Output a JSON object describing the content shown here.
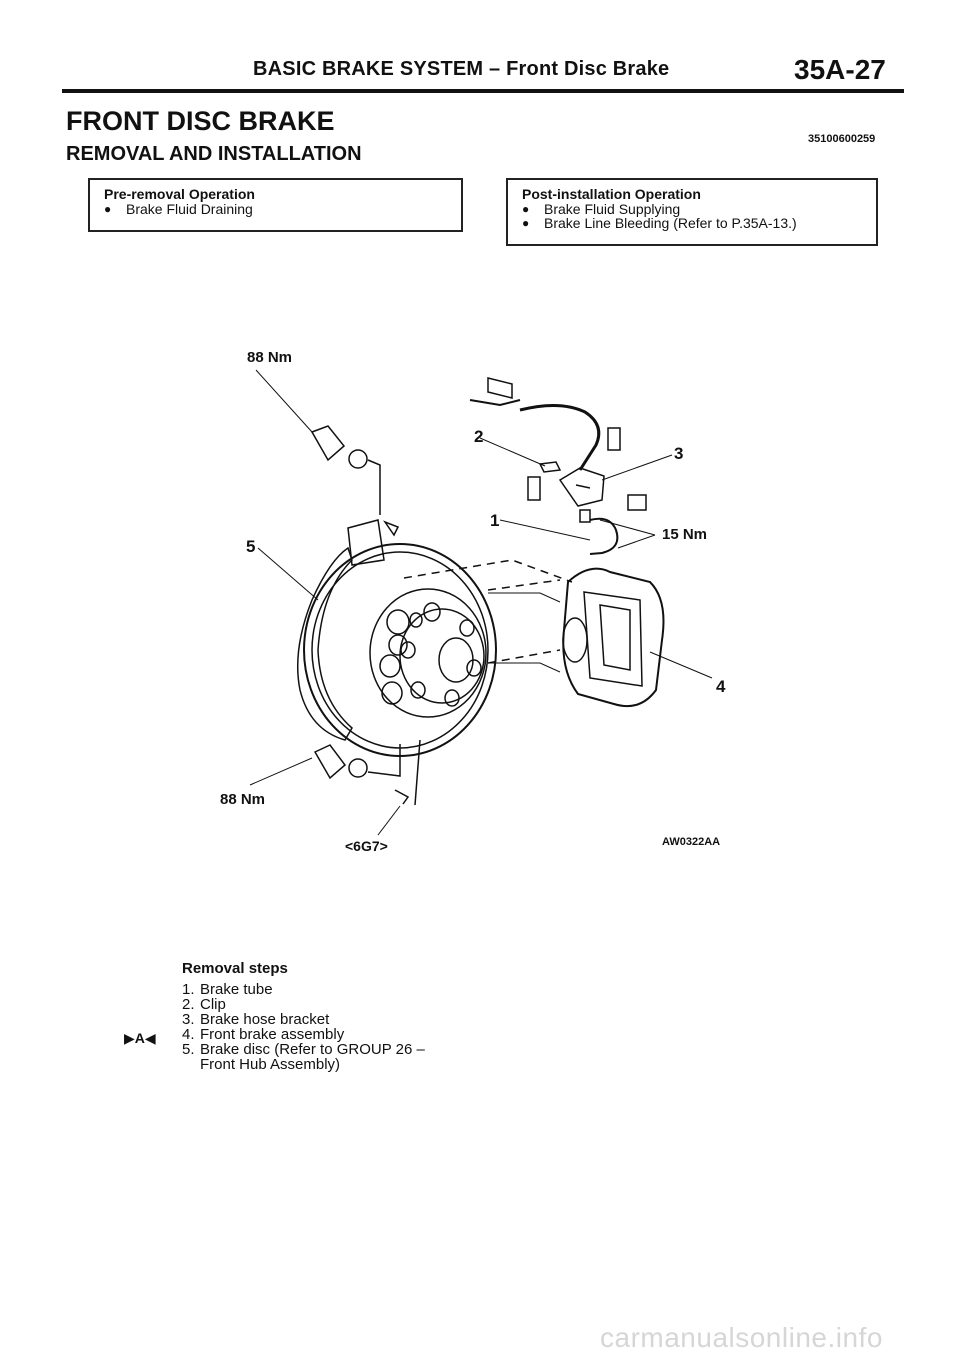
{
  "header": {
    "section": "BASIC BRAKE SYSTEM – Front Disc Brake",
    "page": "35A-27"
  },
  "title": "FRONT DISC BRAKE",
  "doc_id": "35100600259",
  "subtitle": "REMOVAL AND INSTALLATION",
  "pre_removal": {
    "heading": "Pre-removal Operation",
    "items": [
      "Brake Fluid Draining"
    ]
  },
  "post_installation": {
    "heading": "Post-installation Operation",
    "items": [
      "Brake Fluid Supplying",
      "Brake Line Bleeding (Refer to P.35A-13.)"
    ]
  },
  "diagram": {
    "torque_top": "88 Nm",
    "torque_bottom": "88 Nm",
    "torque_right": "15 Nm",
    "callouts": [
      "1",
      "2",
      "3",
      "4",
      "5"
    ],
    "model_code": "<6G7>",
    "figure_code": "AW0322AA"
  },
  "removal": {
    "heading": "Removal steps",
    "steps": [
      {
        "num": "1.",
        "text": "Brake tube"
      },
      {
        "num": "2.",
        "text": "Clip"
      },
      {
        "num": "3.",
        "text": "Brake hose bracket"
      },
      {
        "num": "4.",
        "text": "Front brake assembly"
      },
      {
        "num": "5.",
        "text": "Brake disc (Refer to GROUP 26 –"
      },
      {
        "num": "",
        "text": "Front Hub Assembly)"
      }
    ],
    "marker": "▶A◀"
  },
  "watermark": "carmanualsonline.info"
}
